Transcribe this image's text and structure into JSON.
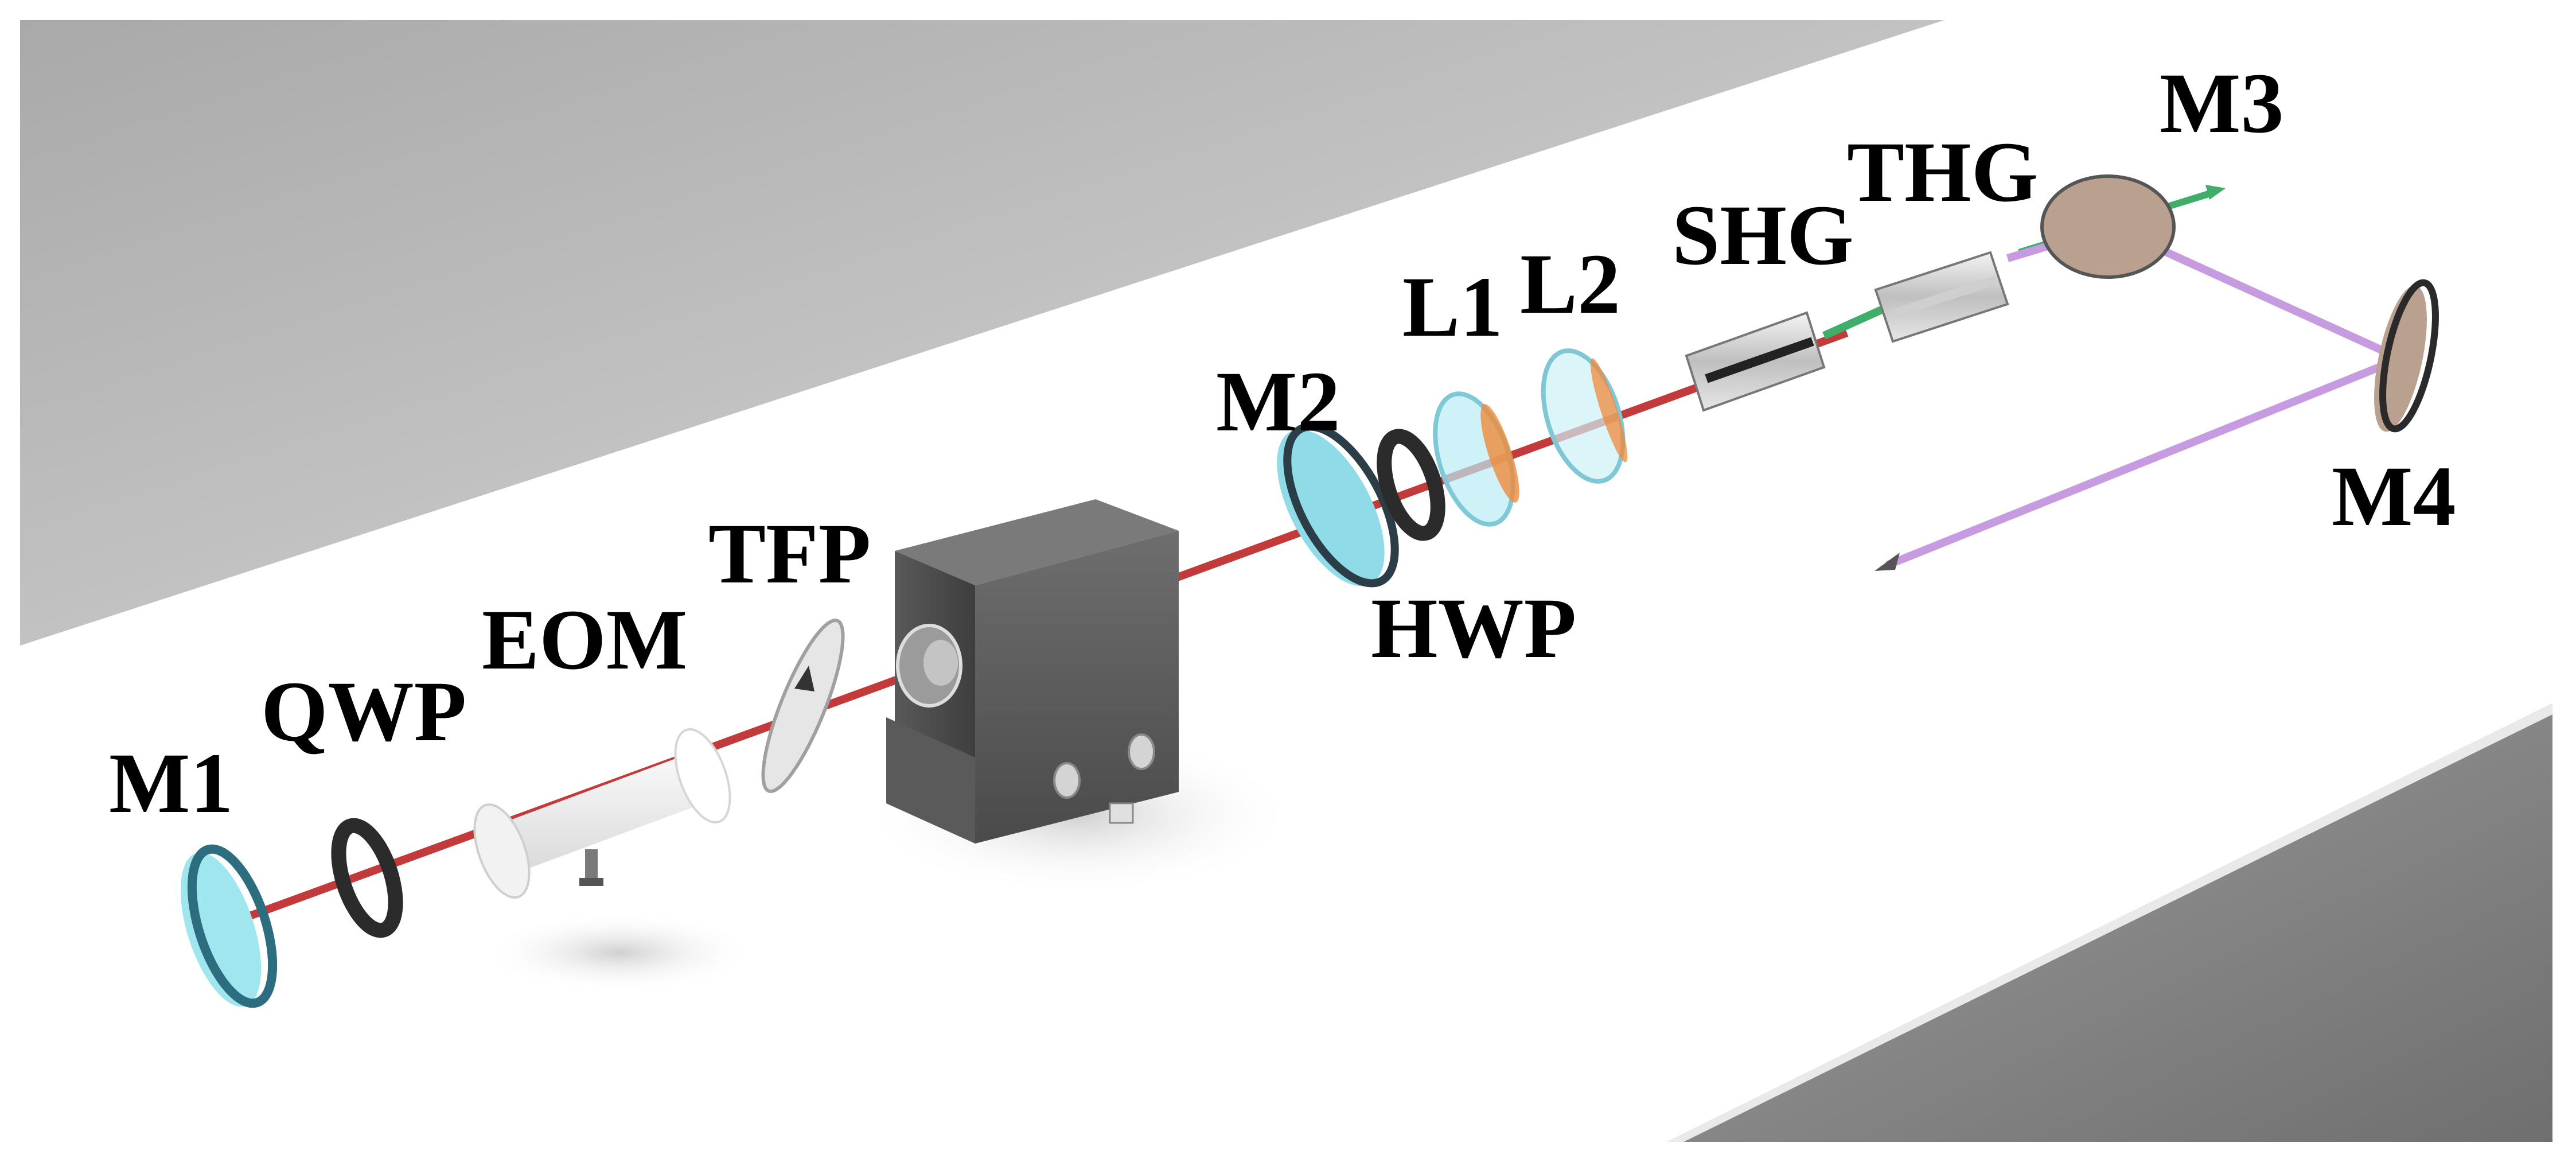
{
  "labels": {
    "m1": "M1",
    "qwp": "QWP",
    "eom": "EOM",
    "tfp": "TFP",
    "m2": "M2",
    "hwp": "HWP",
    "l1": "L1",
    "l2": "L2",
    "shg": "SHG",
    "thg": "THG",
    "m3": "M3",
    "m4": "M4"
  },
  "colors": {
    "beam_fundamental": "#c23a3a",
    "beam_second_harmonic": "#3fae6a",
    "beam_third_harmonic": "#c79be0",
    "mirror_glass": "#9fe6ef",
    "mirror_bronze": "#b9a08f",
    "laser_body": "#606060",
    "wall": "#bdbdbd"
  }
}
